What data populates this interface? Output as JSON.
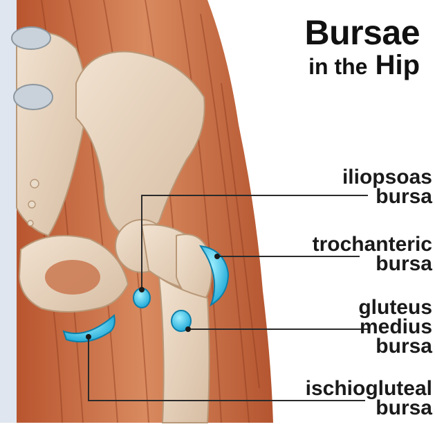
{
  "title": {
    "line1": "Bursae",
    "line2_prefix": "in the",
    "line2_main": "Hip"
  },
  "labels": [
    {
      "id": "iliopsoas",
      "lines": [
        "iliopsoas",
        "bursa"
      ]
    },
    {
      "id": "trochanteric",
      "lines": [
        "trochanteric",
        "bursa"
      ]
    },
    {
      "id": "gluteus-medius",
      "lines": [
        "gluteus",
        "medius",
        "bursa"
      ]
    },
    {
      "id": "ischiogluteal",
      "lines": [
        "ischiogluteal",
        "bursa"
      ]
    }
  ],
  "colors": {
    "bursa": "#35c4ea",
    "bone": "#e7d2bc",
    "muscle": "#c5683f",
    "leader_line": "#2a2a2a"
  }
}
